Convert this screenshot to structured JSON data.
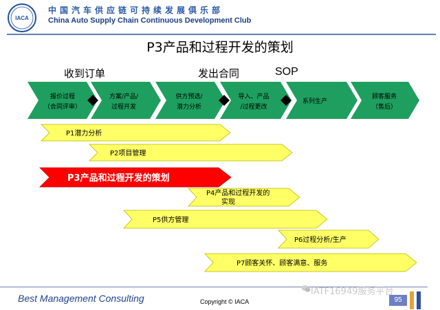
{
  "header": {
    "club_cn": "中国汽车供应链可持续发展俱乐部",
    "club_en": "China Auto Supply Chain Continuous Development Club",
    "logo_text": "IACA"
  },
  "slide": {
    "title": "P3产品和过程开发的策划",
    "milestones": [
      "收到订单",
      "发出合同",
      "SOP"
    ]
  },
  "process_steps": [
    {
      "line1": "报价过程",
      "line2": "（合同评审）"
    },
    {
      "line1": "方案/产品/",
      "line2": "过程开发"
    },
    {
      "line1": "供方预选/",
      "line2": "潜力分析"
    },
    {
      "line1": "导入、产品",
      "line2": "/过程更改"
    },
    {
      "line1": "系列生产",
      "line2": ""
    },
    {
      "line1": "顾客服务",
      "line2": "（售后）"
    }
  ],
  "phases": [
    {
      "line1": "P1潜力分析",
      "line2": "",
      "highlight": false
    },
    {
      "line1": "P2项目管理",
      "line2": "",
      "highlight": false
    },
    {
      "line1": "P3产品和过程开发的策划",
      "line2": "",
      "highlight": true
    },
    {
      "line1": "P4产品和过程开发的",
      "line2": "实现",
      "highlight": false
    },
    {
      "line1": "P5供方管理",
      "line2": "",
      "highlight": false
    },
    {
      "line1": "P6过程分析/生产",
      "line2": "",
      "highlight": false
    },
    {
      "line1": "P7顾客关怀、顾客满意、服务",
      "line2": "",
      "highlight": false
    }
  ],
  "colors": {
    "step_green": "#1f9f5f",
    "phase_yellow": "#ffff66",
    "phase_red": "#ff0000",
    "header_blue": "#2a5aa8"
  },
  "footer": {
    "company": "Best Management Consulting",
    "copyright": "Copyright © IACA",
    "watermark": "IATF16949服务平台",
    "page_number": "95"
  }
}
